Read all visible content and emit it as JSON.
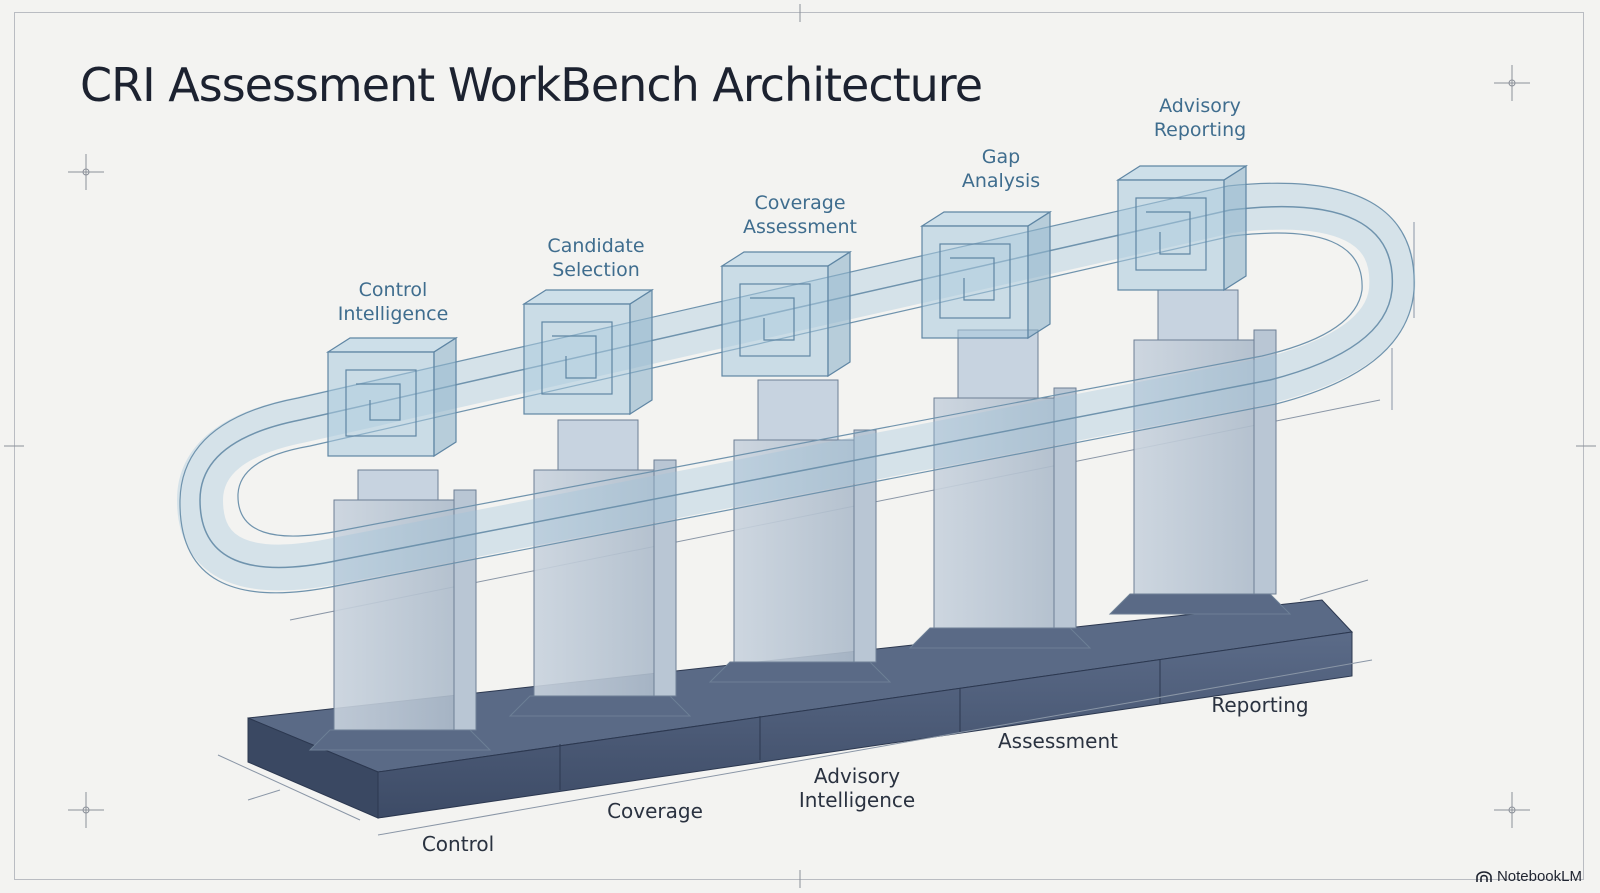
{
  "title": "CRI Assessment WorkBench Architecture",
  "modules": [
    {
      "label": "Control\nIntelligence"
    },
    {
      "label": "Candidate\nSelection"
    },
    {
      "label": "Coverage\nAssessment"
    },
    {
      "label": "Gap\nAnalysis"
    },
    {
      "label": "Advisory\nReporting"
    }
  ],
  "base_labels": [
    {
      "label": "Control"
    },
    {
      "label": "Coverage"
    },
    {
      "label": "Advisory\nIntelligence"
    },
    {
      "label": "Assessment"
    },
    {
      "label": "Reporting"
    }
  ],
  "brand": {
    "name": "NotebookLM",
    "icon": "notebooklm-logo-icon"
  },
  "colors": {
    "background": "#f3f3f1",
    "base_slab": "#4a5a78",
    "glass_blue": "#9fc3d9",
    "line": "#5c7d9a",
    "module_label": "#3f6d8e",
    "title": "#1c2230"
  }
}
